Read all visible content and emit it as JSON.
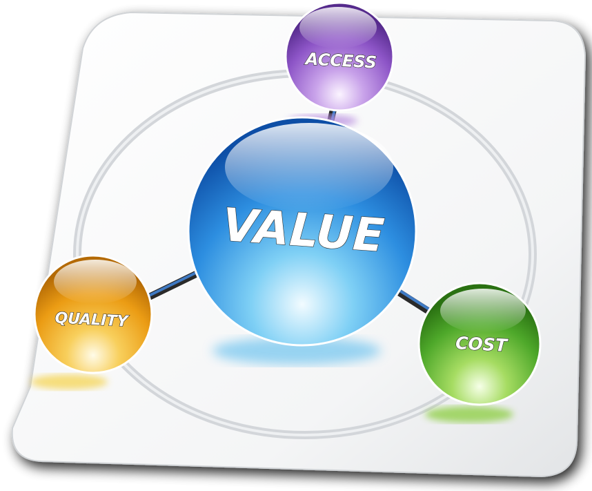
{
  "diagram": {
    "center_label": "VALUE",
    "nodes": [
      {
        "id": "access",
        "label": "ACCESS",
        "color": "#8a4fc2"
      },
      {
        "id": "quality",
        "label": "QUALITY",
        "color": "#e89a12"
      },
      {
        "id": "cost",
        "label": "COST",
        "color": "#4aa321"
      }
    ],
    "center_color": "#1f7fd6",
    "ring_color": "#d6d9dd",
    "connector_color": "#2a2a2a"
  }
}
